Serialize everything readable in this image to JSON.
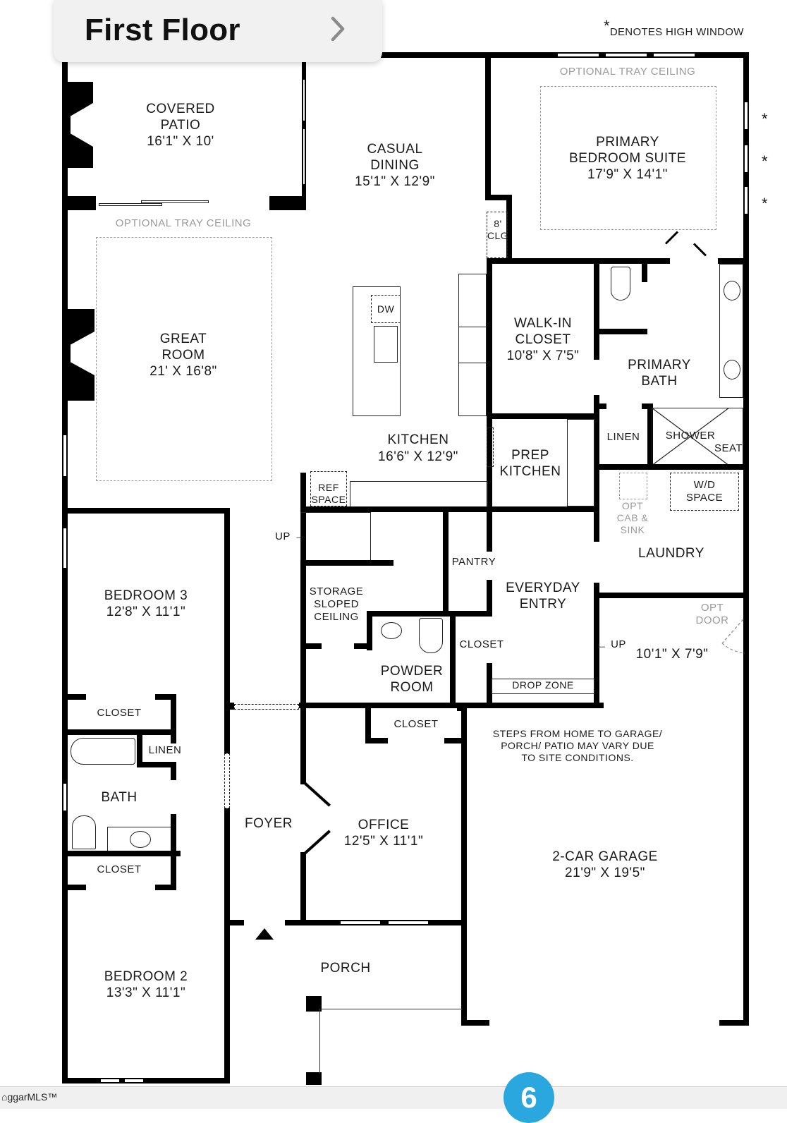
{
  "header": {
    "title": "First Floor",
    "next_icon": "chevron-right-icon"
  },
  "legend": {
    "symbol": "*",
    "text": "DENOTES HIGH WINDOW"
  },
  "high_window_marks": [
    "*",
    "*",
    "*"
  ],
  "rooms": {
    "covered_patio": {
      "name": "COVERED\nPATIO",
      "size": "16'1\" X 10'"
    },
    "casual_dining": {
      "name": "CASUAL\nDINING",
      "size": "15'1\" X 12'9\""
    },
    "primary_bedroom": {
      "name": "PRIMARY\nBEDROOM SUITE",
      "size": "17'9\" X 14'1\"",
      "note": "OPTIONAL TRAY CEILING"
    },
    "great_room": {
      "name": "GREAT\nROOM",
      "size": "21' X 16'8\"",
      "note": "OPTIONAL TRAY CEILING"
    },
    "ceiling_note": "8'\nCLG",
    "walk_in_closet": {
      "name": "WALK-IN\nCLOSET",
      "size": "10'8\" X 7'5\""
    },
    "primary_bath": {
      "name": "PRIMARY\nBATH"
    },
    "kitchen": {
      "name": "KITCHEN",
      "size": "16'6\" X 12'9\"",
      "dw": "DW",
      "ref": "REF\nSPACE"
    },
    "prep_kitchen": {
      "name": "PREP\nKITCHEN"
    },
    "linen_primary": "LINEN",
    "shower": "SHOWER",
    "seat": "SEAT",
    "wd_space": "W/D\nSPACE",
    "opt_cab_sink": "OPT\nCAB &\nSINK",
    "laundry": "LAUNDRY",
    "stairs_up": "UP",
    "pantry": "PANTRY",
    "storage": "STORAGE\nSLOPED\nCEILING",
    "everyday_entry": "EVERYDAY\nENTRY",
    "closet_entry": "CLOSET",
    "drop_zone": "DROP ZONE",
    "garage_up": "UP",
    "opt_door": "OPT\nDOOR",
    "garage_ext_size": "10'1\" X 7'9\"",
    "powder_room": "POWDER\nROOM",
    "bedroom3": {
      "name": "BEDROOM 3",
      "size": "12'8\" X 11'1\""
    },
    "closet_bed3": "CLOSET",
    "linen_bath": "LINEN",
    "bath": "BATH",
    "closet_bed2": "CLOSET",
    "bedroom2": {
      "name": "BEDROOM 2",
      "size": "13'3\" X 11'1\""
    },
    "foyer": "FOYER",
    "office": {
      "name": "OFFICE",
      "size": "12'5\" X 11'1\""
    },
    "closet_office": "CLOSET",
    "garage_note": "STEPS FROM HOME TO GARAGE/\nPORCH/ PATIO MAY VARY DUE\nTO SITE CONDITIONS.",
    "garage": {
      "name": "2-CAR GARAGE",
      "size": "21'9\" X 19'5\""
    },
    "porch": "PORCH"
  },
  "footer": {
    "logo_text": "ggarMLS™",
    "page_number": "6",
    "badge_color": "#2aa7df"
  }
}
